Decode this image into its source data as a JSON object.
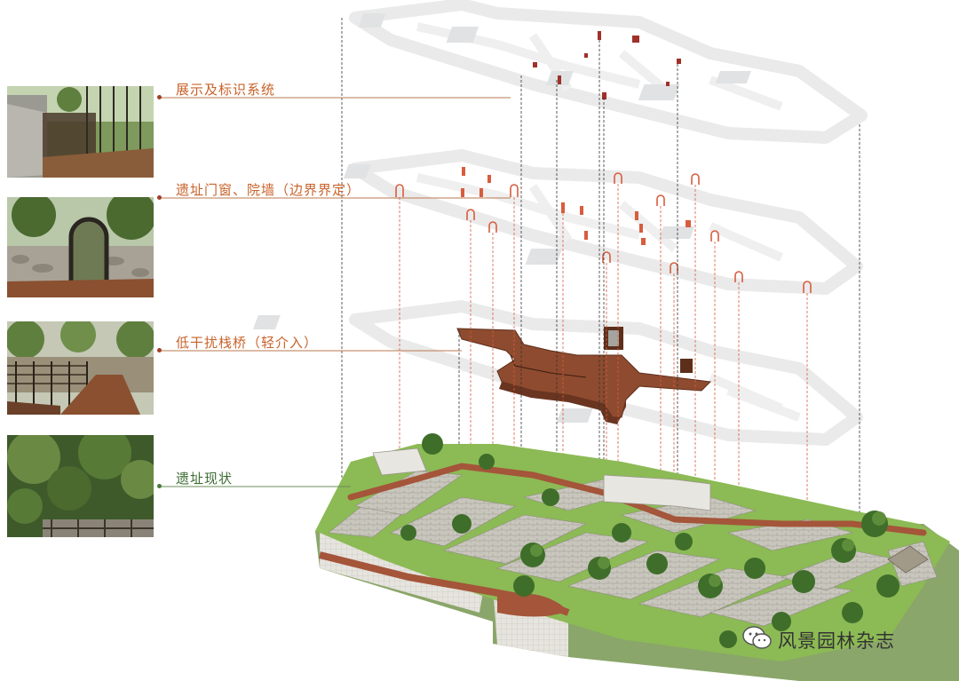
{
  "layers": [
    {
      "label": "展示及标识系统",
      "color": "#c0392b"
    },
    {
      "label": "遗址门窗、院墙（边界界定）",
      "color": "#c0392b"
    },
    {
      "label": "低干扰栈桥（轻介入）",
      "color": "#c0392b"
    },
    {
      "label": "遗址现状",
      "color": "#2e7d32"
    }
  ],
  "colors": {
    "accent": "#d35400",
    "label_orange": "#c8622a",
    "label_green": "#3d6b33",
    "bridge": "#8b4a2e",
    "grass": "#7cad4a",
    "stone": "#b8b8b0"
  },
  "watermark": {
    "text": "风景园林杂志",
    "icon": "wechat-icon"
  }
}
